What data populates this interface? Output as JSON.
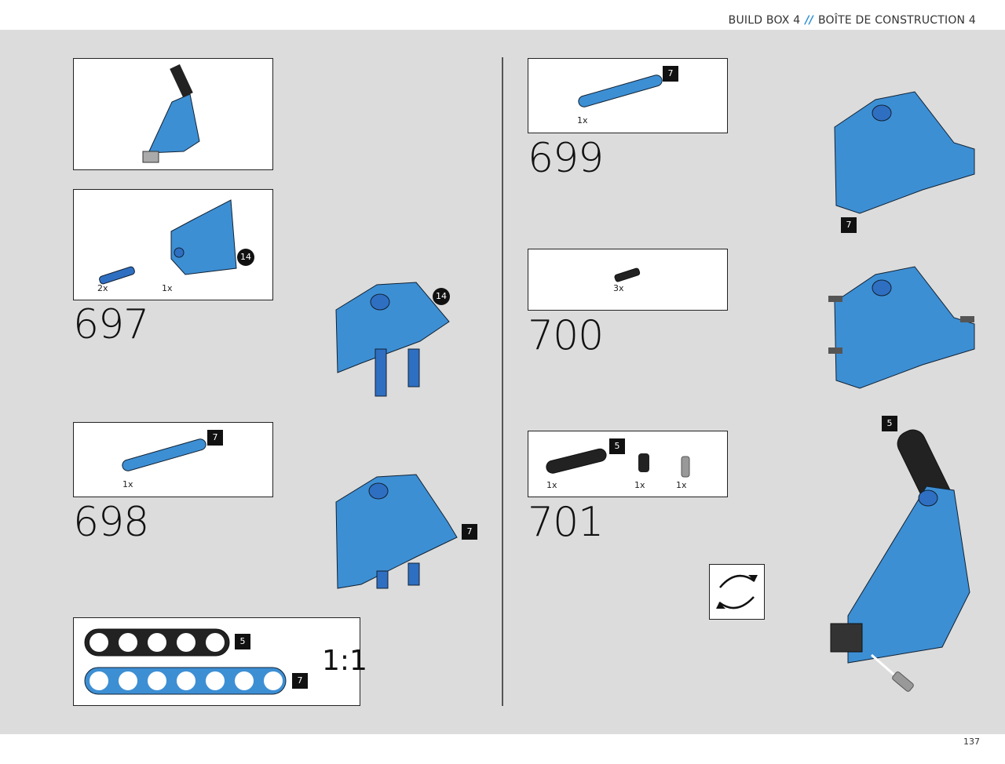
{
  "header": {
    "left": "BUILD BOX 4",
    "separator": "//",
    "right": "BOÎTE DE CONSTRUCTION 4"
  },
  "page_number": "137",
  "steps": [
    {
      "number": "697",
      "parts": [
        {
          "qty": "2x"
        },
        {
          "qty": "1x"
        }
      ],
      "callout": "14"
    },
    {
      "number": "698",
      "parts": [
        {
          "qty": "1x"
        }
      ],
      "callout": "7"
    },
    {
      "number": "699",
      "parts": [
        {
          "qty": "1x"
        }
      ],
      "callout": "7"
    },
    {
      "number": "700",
      "parts": [
        {
          "qty": "3x"
        }
      ]
    },
    {
      "number": "701",
      "parts": [
        {
          "qty": "1x"
        },
        {
          "qty": "1x"
        },
        {
          "qty": "1x"
        }
      ],
      "callout": "5"
    }
  ],
  "scale_ruler": {
    "label": "1:1",
    "beam_black_len": "5",
    "beam_blue_len": "7"
  },
  "assembly_callouts": {
    "a697": "14",
    "a698": "7",
    "a699": "7",
    "a701": "5"
  },
  "colors": {
    "panel": "#dcdcdc",
    "blue_part": "#3d8fd4",
    "black_part": "#222222",
    "accent": "#2a8fd6"
  }
}
